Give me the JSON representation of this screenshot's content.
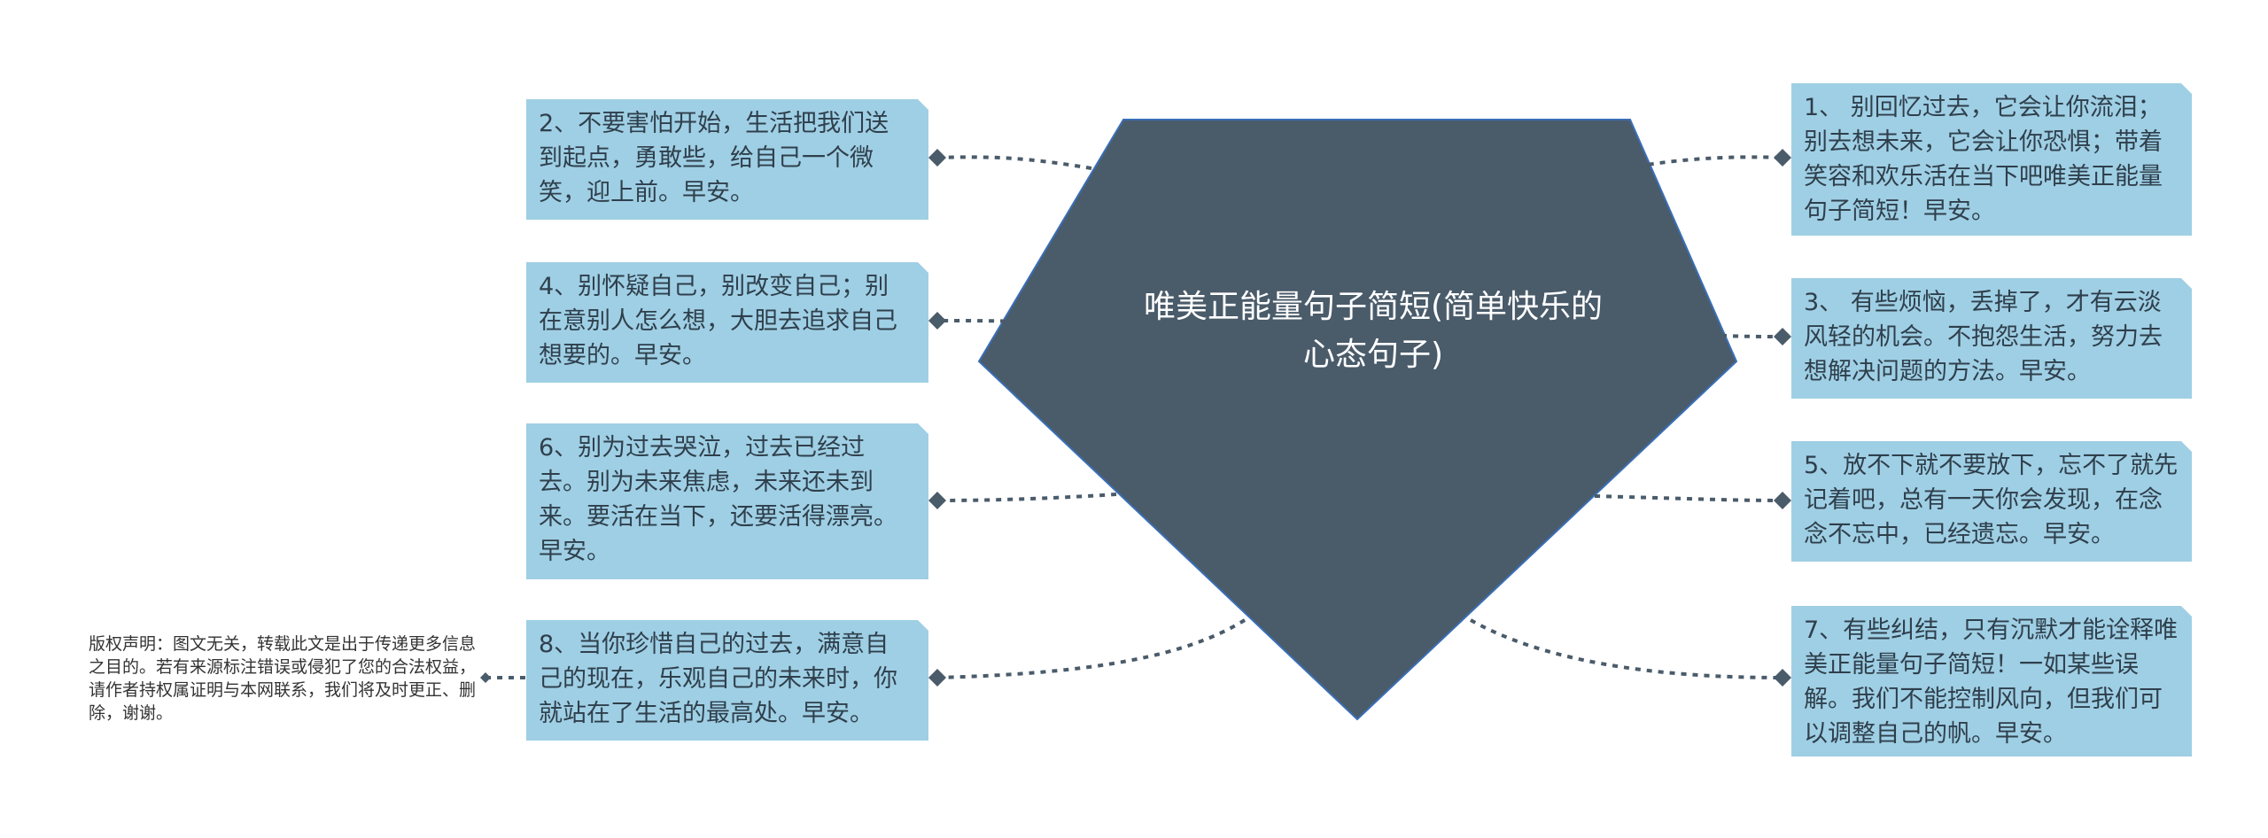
{
  "center": {
    "text": "唯美正能量句子简短(简单快乐的心态句子)",
    "color": "#4a5b6a"
  },
  "left_nodes": [
    {
      "id": "n2",
      "text": "2、不要害怕开始，生活把我们送到起点，勇敢些，给自己一个微笑，迎上前。早安。"
    },
    {
      "id": "n4",
      "text": "4、别怀疑自己，别改变自己；别在意别人怎么想，大胆去追求自己想要的。早安。"
    },
    {
      "id": "n6",
      "text": "6、别为过去哭泣，过去已经过去。别为未来焦虑，未来还未到来。要活在当下，还要活得漂亮。早安。"
    },
    {
      "id": "n8",
      "text": "8、当你珍惜自己的过去，满意自己的现在，乐观自己的未来时，你就站在了生活的最高处。早安。"
    }
  ],
  "right_nodes": [
    {
      "id": "n1",
      "text": "1、 别回忆过去，它会让你流泪；别去想未来，它会让你恐惧；带着笑容和欢乐活在当下吧唯美正能量句子简短！早安。"
    },
    {
      "id": "n3",
      "text": "3、 有些烦恼，丢掉了，才有云淡风轻的机会。不抱怨生活，努力去想解决问题的方法。早安。"
    },
    {
      "id": "n5",
      "text": "5、放不下就不要放下，忘不了就先记着吧，总有一天你会发现，在念念不忘中，已经遗忘。早安。"
    },
    {
      "id": "n7",
      "text": "7、有些纠结，只有沉默才能诠释唯美正能量句子简短！一如某些误解。我们不能控制风向，但我们可以调整自己的帆。早安。"
    }
  ],
  "copyright": {
    "text": "版权声明：图文无关，转载此文是出于传递更多信息之目的。若有来源标注错误或侵犯了您的合法权益，请作者持权属证明与本网联系，我们将及时更正、删除，谢谢。"
  },
  "colors": {
    "node_fill": "#9fcfe4",
    "connector": "#4a5b6a",
    "center_fill": "#4a5b6a"
  }
}
